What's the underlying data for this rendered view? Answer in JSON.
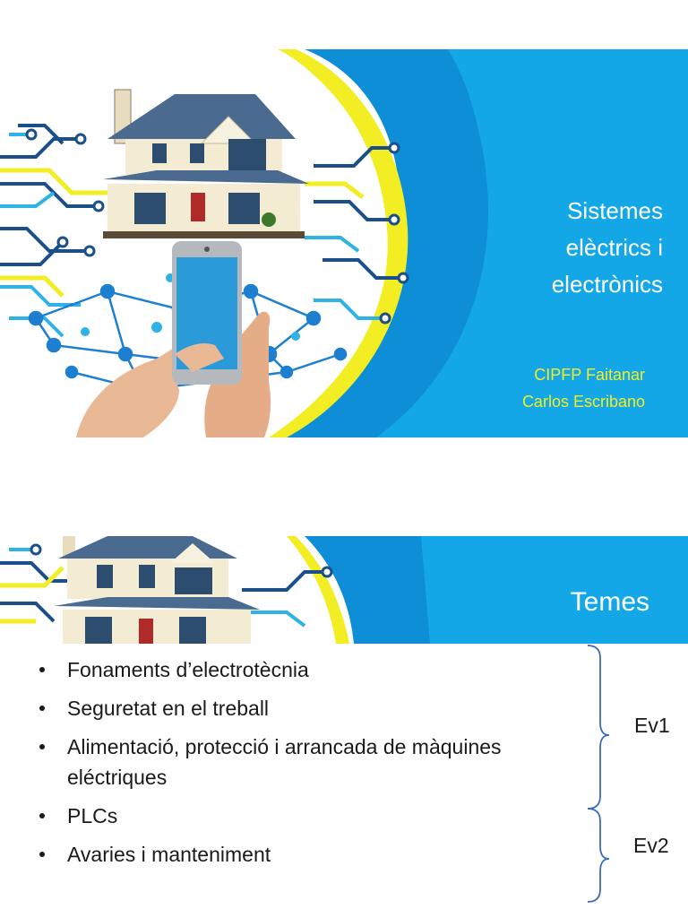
{
  "slide1": {
    "title_lines": [
      "Sistemes",
      "elèctrics i",
      "electrònics"
    ],
    "subtitle_lines": [
      "CIPFP Faitanar",
      "Carlos Escribano"
    ]
  },
  "slide2": {
    "title": "Temes",
    "bullets": [
      "Fonaments d’electrotècnia",
      "Seguretat en el treball",
      "Alimentació, protecció i arrancada de màquines eléctriques",
      "PLCs",
      "Avaries i manteniment"
    ],
    "groups": [
      "Ev1",
      "Ev2"
    ]
  },
  "colors": {
    "brand_blue": "#0a8fd8",
    "light_blue": "#19b6ee",
    "accent_yellow": "#f2ee23",
    "circuit_dark": "#1a4f8a",
    "circuit_light": "#2fb3e6"
  },
  "icons": [
    "house-illustration",
    "smartphone-illustration",
    "hand-illustration",
    "circuit-illustration"
  ]
}
